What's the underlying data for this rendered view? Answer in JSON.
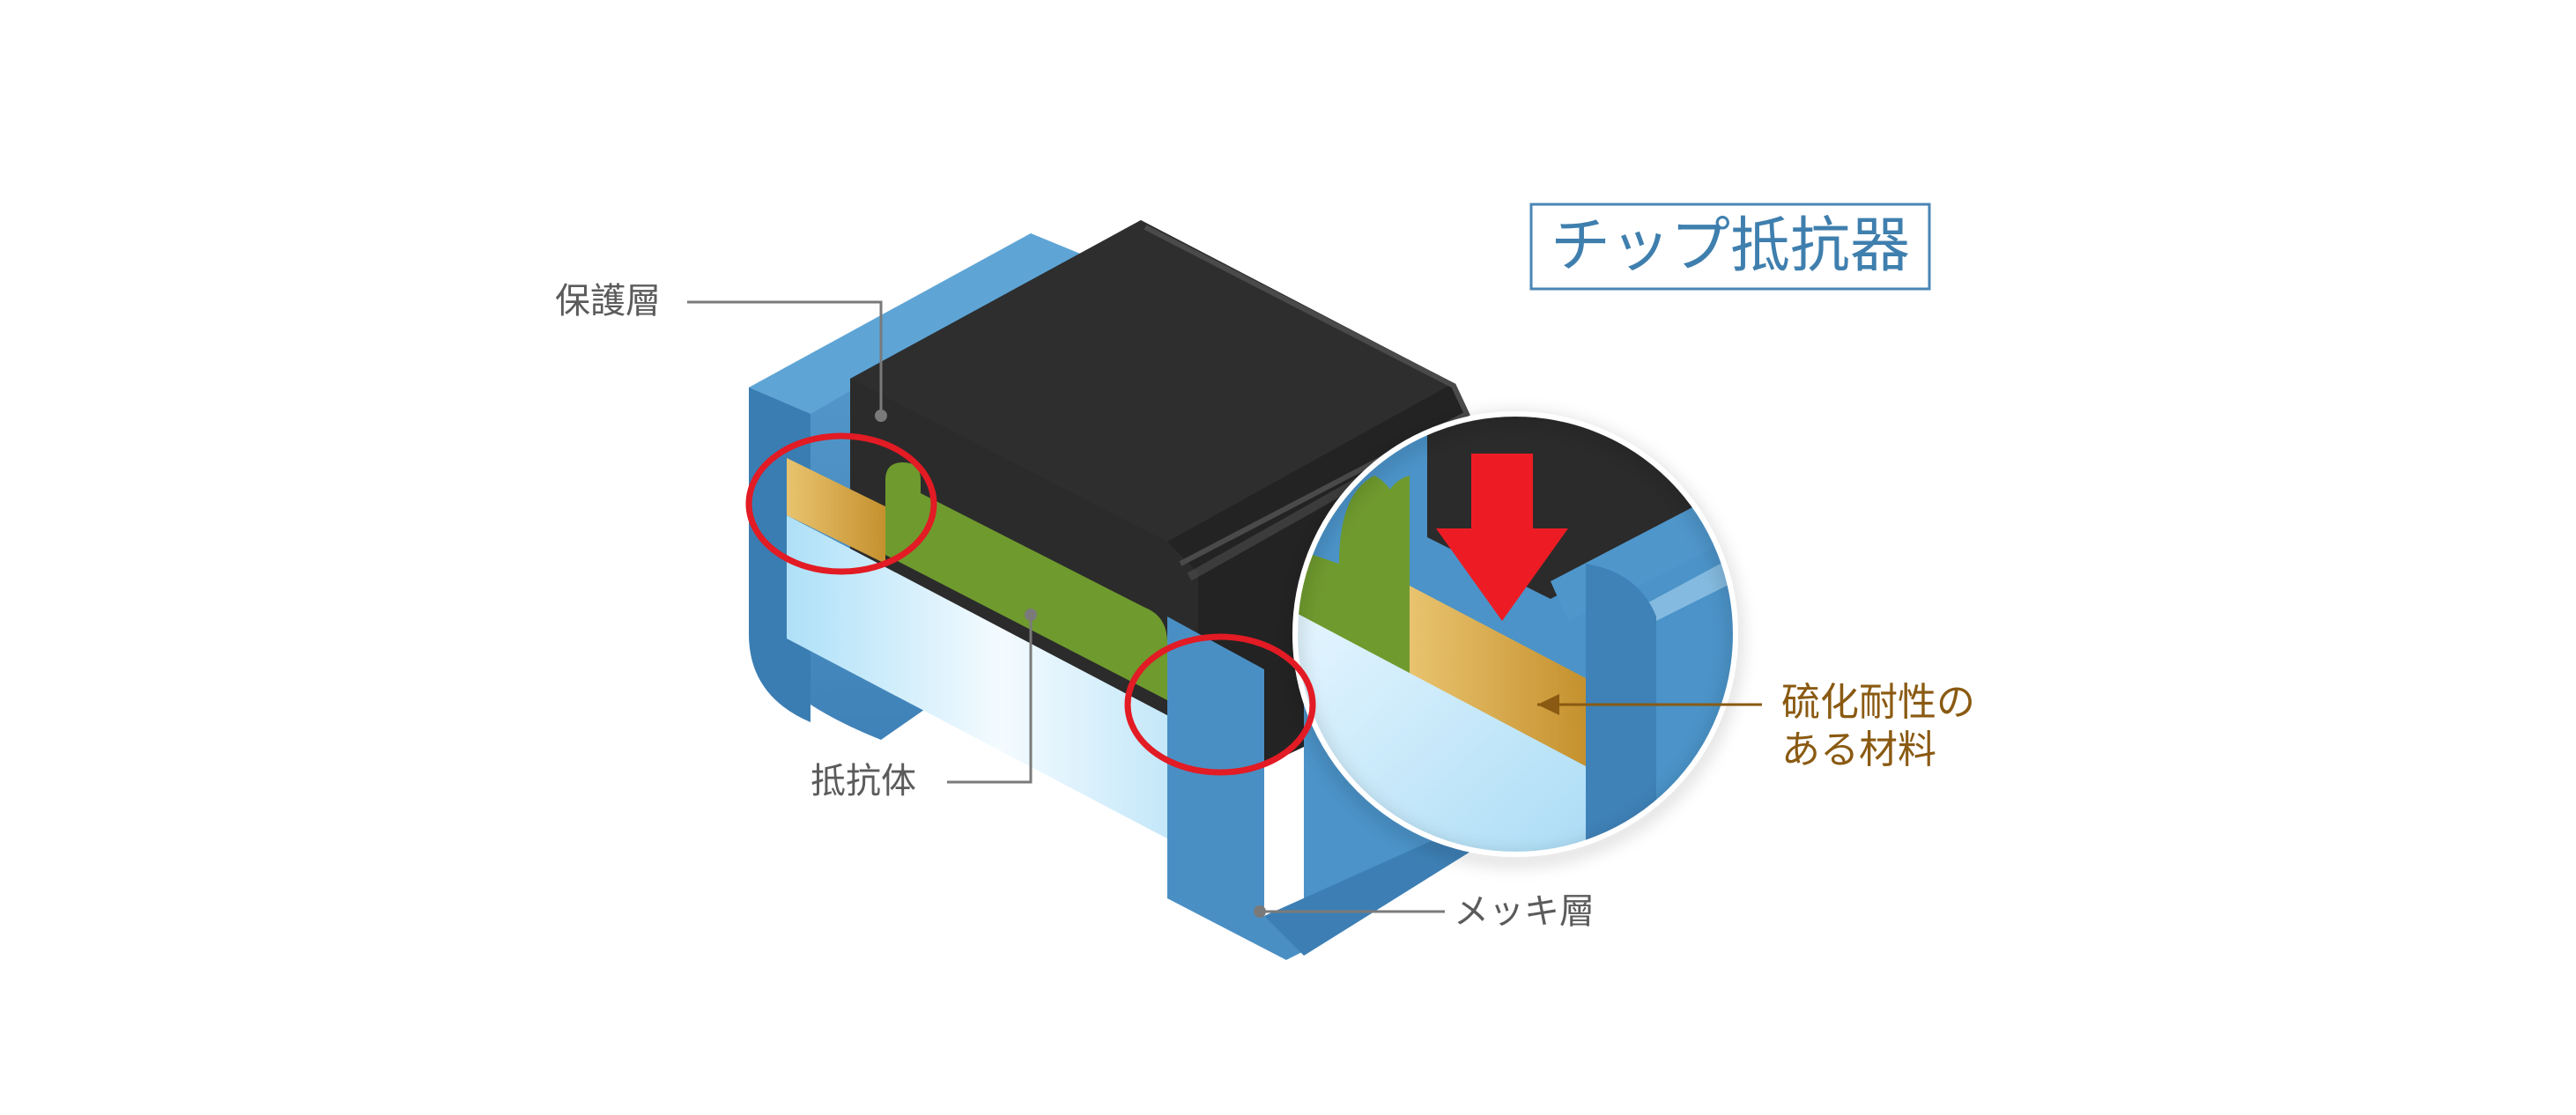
{
  "title": "チップ抵抗器",
  "labels": {
    "protective_layer": "保護層",
    "resistor_body": "抵抗体",
    "plating_layer": "メッキ層",
    "sulfur_resistant_line1": "硫化耐性の",
    "sulfur_resistant_line2": "ある材料"
  },
  "colors": {
    "title_border": "#4a86b4",
    "title_text": "#3f7fae",
    "electrode_blue": "#4b93c8",
    "protective_black": "#2b2b2b",
    "resistor_green": "#6f9a2e",
    "inner_electrode_gold": "#d8aa50",
    "substrate_light_blue": "#c6e9fb",
    "highlight_circle_red": "#e21b24",
    "arrow_red": "#ed1c24",
    "leader_gray": "#7a7a7a",
    "accent_label_brown": "#8a5a12"
  },
  "icons": {
    "arrow": "down-arrow-icon",
    "circle": "highlight-circle-icon"
  }
}
